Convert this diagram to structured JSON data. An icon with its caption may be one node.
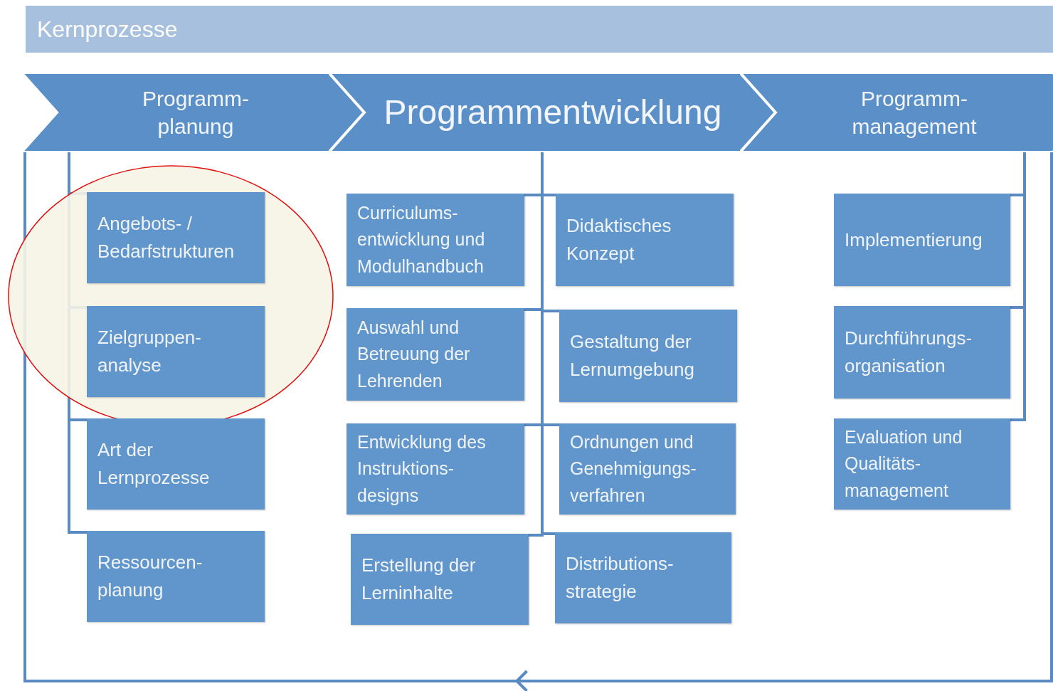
{
  "diagram": {
    "nodes": [
      {
        "text": [
          "Kernprozesse"
        ]
      },
      {
        "text": [
          "Programm- planung"
        ]
      },
      {
        "text": [
          "Programmentwicklung"
        ]
      },
      {
        "text": [
          "Programm- management"
        ]
      },
      {
        "text": [
          "Angebots- / Bedarfstrukturen"
        ]
      },
      {
        "text": [
          "Zielgruppen- analyse"
        ]
      },
      {
        "text": [
          "Art der Lernprozesse"
        ]
      },
      {
        "text": [
          "Ressourcen- planung"
        ]
      },
      {
        "text": [
          "Curriculums- entwicklung und Modulhandbuch"
        ]
      },
      {
        "text": [
          "Didaktisches Konzept"
        ]
      },
      {
        "text": [
          "Auswahl und Betreuung der Lehrenden"
        ]
      },
      {
        "text": [
          "Gestaltung der Lernumgebung"
        ]
      },
      {
        "text": [
          "Entwicklung des Instruktions- designs"
        ]
      },
      {
        "text": [
          "Ordnungen und Genehmigungs- verfahren"
        ]
      },
      {
        "text": [
          "Erstellung der Lerninhalte"
        ]
      },
      {
        "text": [
          "Distributions- strategie"
        ]
      },
      {
        "text": [
          "Implementierung"
        ]
      },
      {
        "text": [
          "Durchführungs- organisation"
        ]
      },
      {
        "text": [
          "Evaluation und Qualitäts- management"
        ]
      }
    ],
    "edges": [
      {
        "from": 1,
        "to": 4,
        "arrow": "none"
      },
      {
        "from": 1,
        "to": 5,
        "arrow": "none"
      },
      {
        "from": 1,
        "to": 6,
        "arrow": "none"
      },
      {
        "from": 1,
        "to": 7,
        "arrow": "none"
      },
      {
        "from": 2,
        "to": 8,
        "arrow": "none"
      },
      {
        "from": 2,
        "to": 9,
        "arrow": "none"
      },
      {
        "from": 2,
        "to": 10,
        "arrow": "none"
      },
      {
        "from": 2,
        "to": 11,
        "arrow": "none"
      },
      {
        "from": 2,
        "to": 12,
        "arrow": "none"
      },
      {
        "from": 2,
        "to": 13,
        "arrow": "none"
      },
      {
        "from": 2,
        "to": 14,
        "arrow": "none"
      },
      {
        "from": 2,
        "to": 15,
        "arrow": "none"
      },
      {
        "from": 3,
        "to": 16,
        "arrow": "none"
      },
      {
        "from": 3,
        "to": 17,
        "arrow": "none"
      },
      {
        "from": 3,
        "to": 18,
        "arrow": "none"
      },
      {
        "from": 3,
        "to": 1,
        "arrow": "to"
      }
    ]
  }
}
